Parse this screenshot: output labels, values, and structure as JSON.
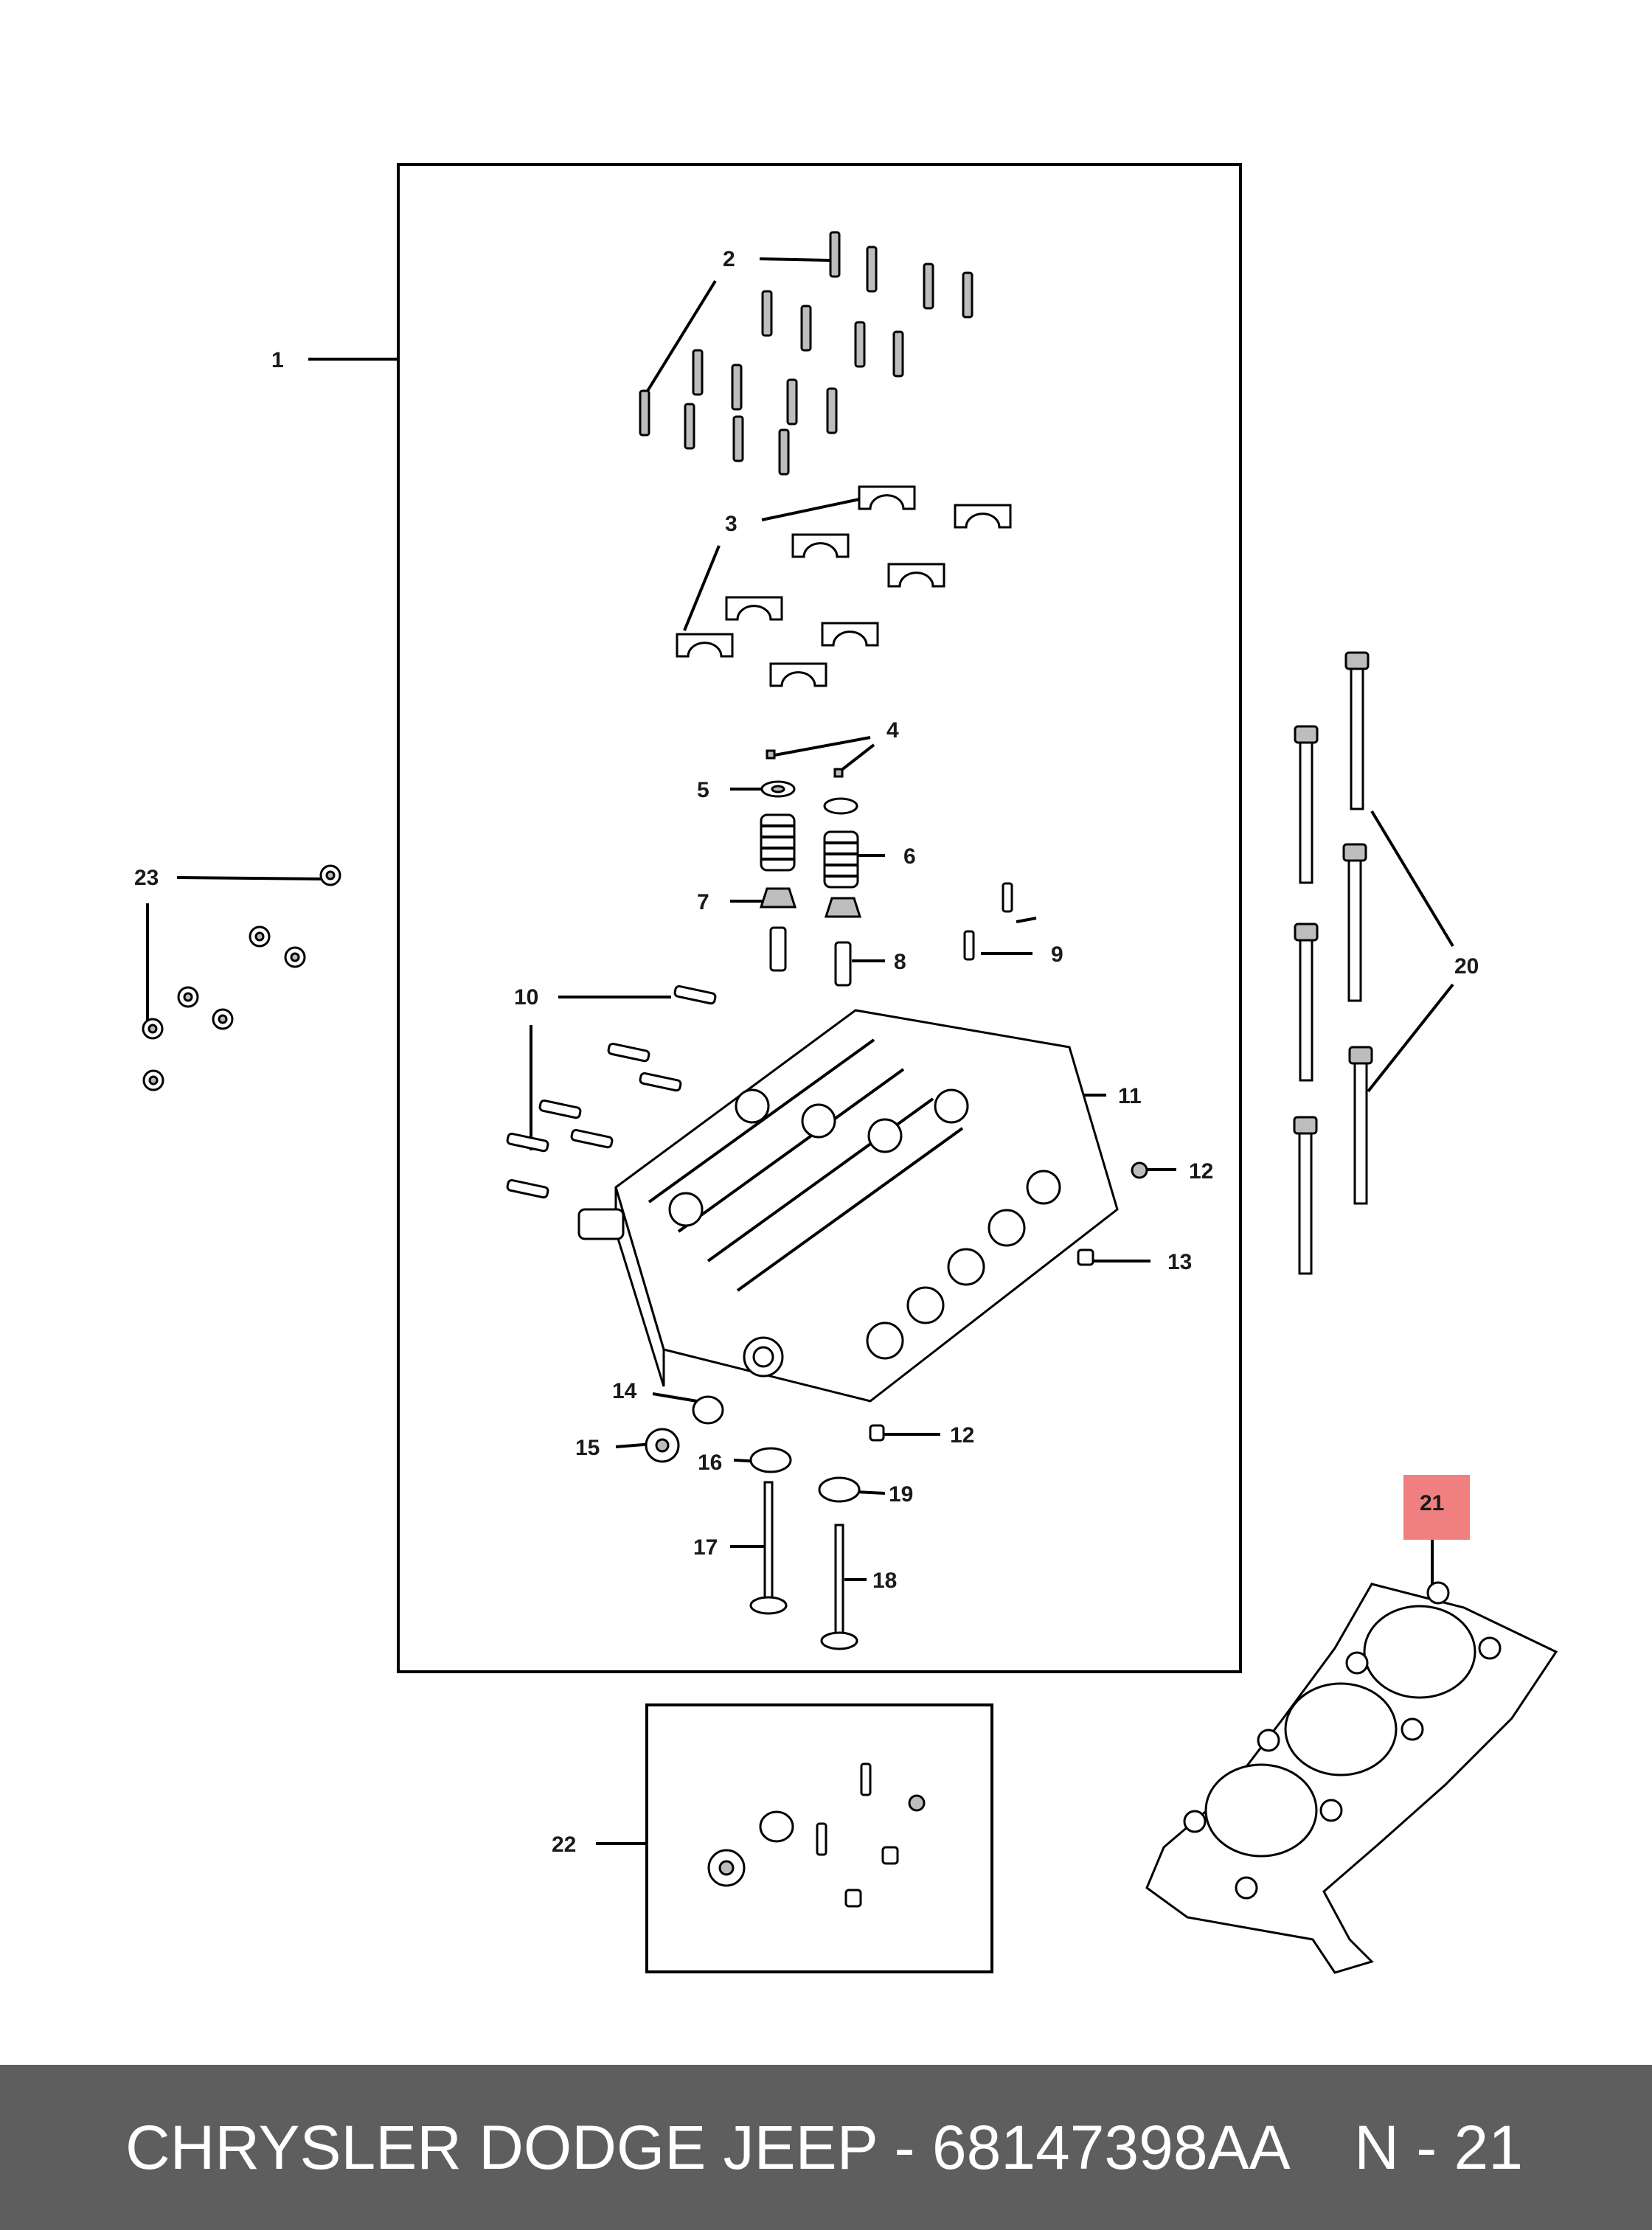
{
  "diagram": {
    "callouts": {
      "c1": "1",
      "c2": "2",
      "c3": "3",
      "c4": "4",
      "c5": "5",
      "c6": "6",
      "c7": "7",
      "c8": "8",
      "c9": "9",
      "c10": "10",
      "c11": "11",
      "c12a": "12",
      "c12b": "12",
      "c13": "13",
      "c14": "14",
      "c15": "15",
      "c16": "16",
      "c17": "17",
      "c18": "18",
      "c19": "19",
      "c20": "20",
      "c21": "21",
      "c22": "22",
      "c23": "23"
    },
    "highlight_color": "#f08080"
  },
  "footer": {
    "title": "CHRYSLER DODGE JEEP - 68147398AA",
    "code": "N - 21"
  }
}
